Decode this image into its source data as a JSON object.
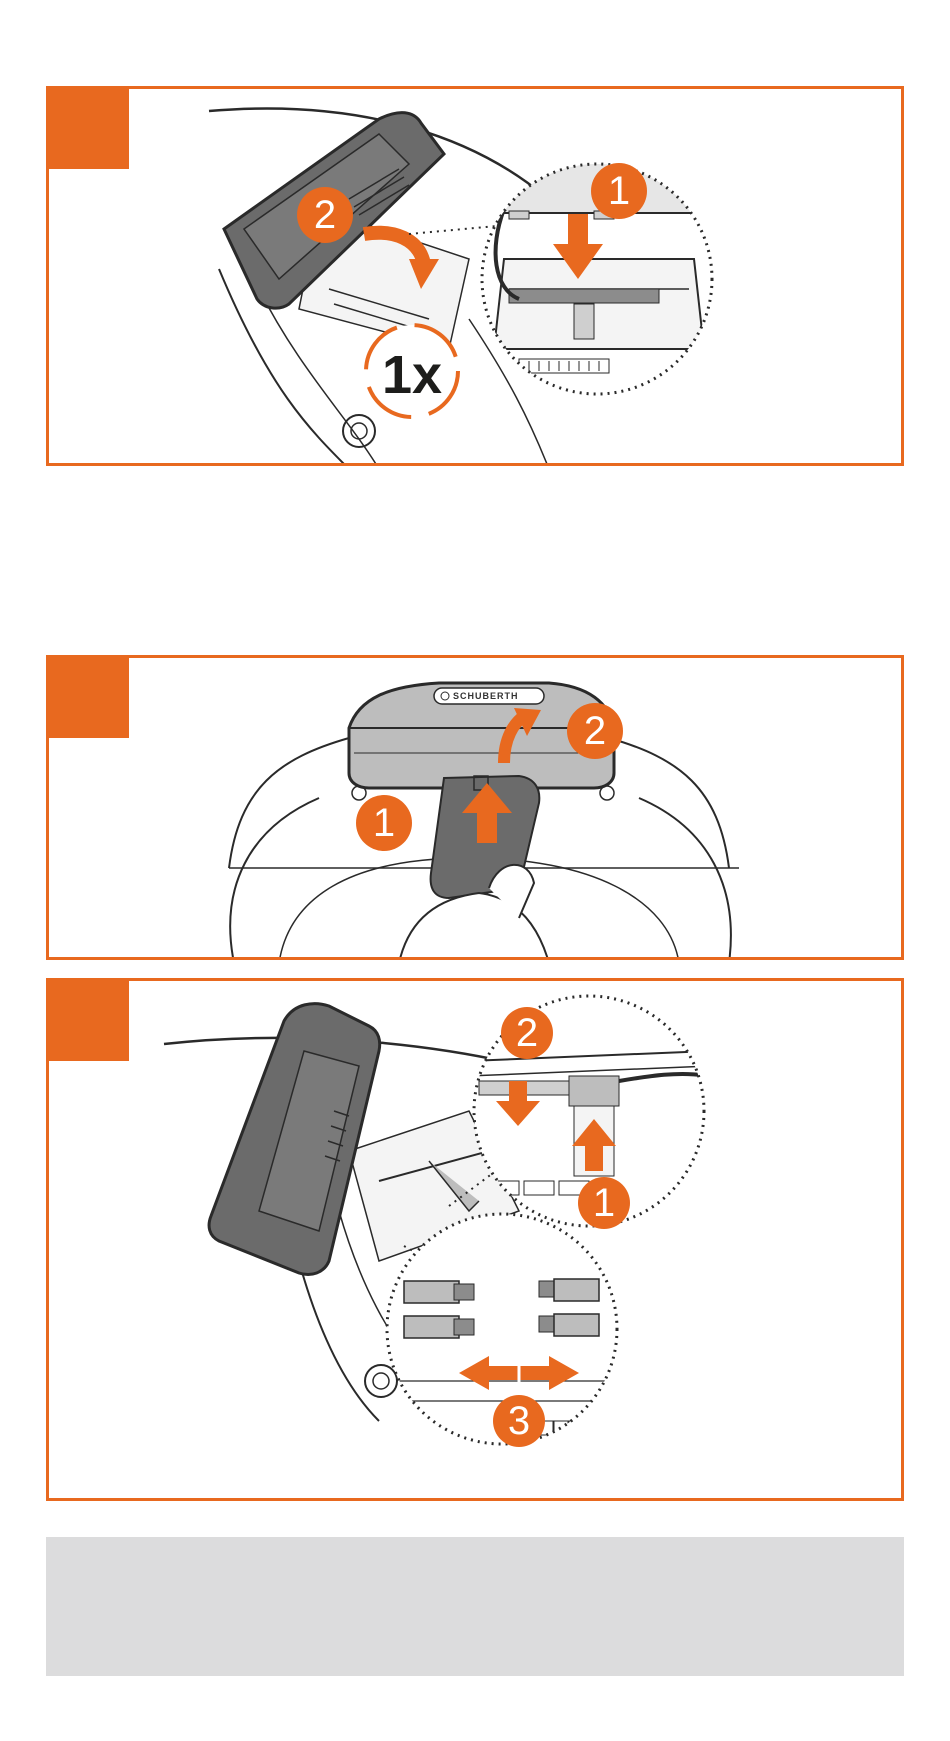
{
  "colors": {
    "accent": "#e8691f",
    "note_bg": "#dcdcdd",
    "device": "#6b6b6b",
    "line": "#2a2a2a"
  },
  "step1": {
    "callouts": [
      "1",
      "2"
    ],
    "count_label": "1x"
  },
  "step2": {
    "callouts": [
      "1",
      "2"
    ],
    "brand": "SCHUBERTH"
  },
  "step3": {
    "callouts": [
      "2",
      "1",
      "3"
    ]
  }
}
